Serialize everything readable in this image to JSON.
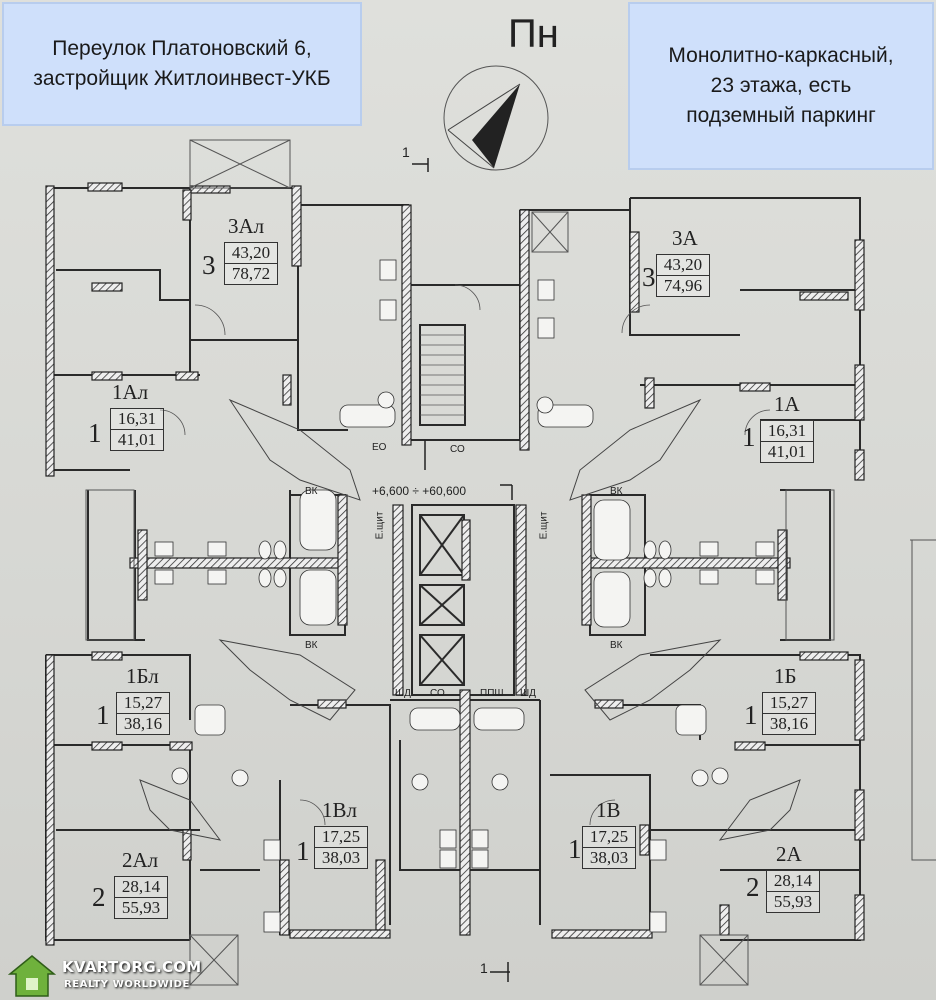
{
  "callouts": {
    "left": {
      "line1": "Переулок Платоновский 6,",
      "line2": "застройщик Житлоинвест-УКБ"
    },
    "right": {
      "line1": "Монолитно-каркасный,",
      "line2": "23 этажа, есть",
      "line3": "подземный паркинг"
    }
  },
  "north_label": "Пн",
  "elevation_label": "+6,600 ÷ +60,600",
  "section_marks": {
    "top": "1",
    "bottom": "1"
  },
  "room_codes": {
    "vk": "ВК",
    "shchit": "Е.щит",
    "sd": "ШД",
    "pp": "ППШ",
    "co": "СО",
    "eo": "ЕО"
  },
  "units": [
    {
      "id": "3al",
      "name": "3Ал",
      "rooms": "3",
      "living": "43,20",
      "total": "78,72"
    },
    {
      "id": "3a",
      "name": "3А",
      "rooms": "3",
      "living": "43,20",
      "total": "74,96"
    },
    {
      "id": "1al",
      "name": "1Ал",
      "rooms": "1",
      "living": "16,31",
      "total": "41,01"
    },
    {
      "id": "1a",
      "name": "1А",
      "rooms": "1",
      "living": "16,31",
      "total": "41,01"
    },
    {
      "id": "1bl",
      "name": "1Бл",
      "rooms": "1",
      "living": "15,27",
      "total": "38,16"
    },
    {
      "id": "1b",
      "name": "1Б",
      "rooms": "1",
      "living": "15,27",
      "total": "38,16"
    },
    {
      "id": "1vl",
      "name": "1Вл",
      "rooms": "1",
      "living": "17,25",
      "total": "38,03"
    },
    {
      "id": "1v",
      "name": "1В",
      "rooms": "1",
      "living": "17,25",
      "total": "38,03"
    },
    {
      "id": "2al",
      "name": "2Ал",
      "rooms": "2",
      "living": "28,14",
      "total": "55,93"
    },
    {
      "id": "2a",
      "name": "2А",
      "rooms": "2",
      "living": "28,14",
      "total": "55,93"
    }
  ],
  "watermark": {
    "brand": "KVARTORG.COM",
    "tagline": "REALTY WORLDWIDE"
  },
  "colors": {
    "callout_bg": "#cfe0fb",
    "wall": "#2a2a2a",
    "paper": "#d9dad7"
  }
}
